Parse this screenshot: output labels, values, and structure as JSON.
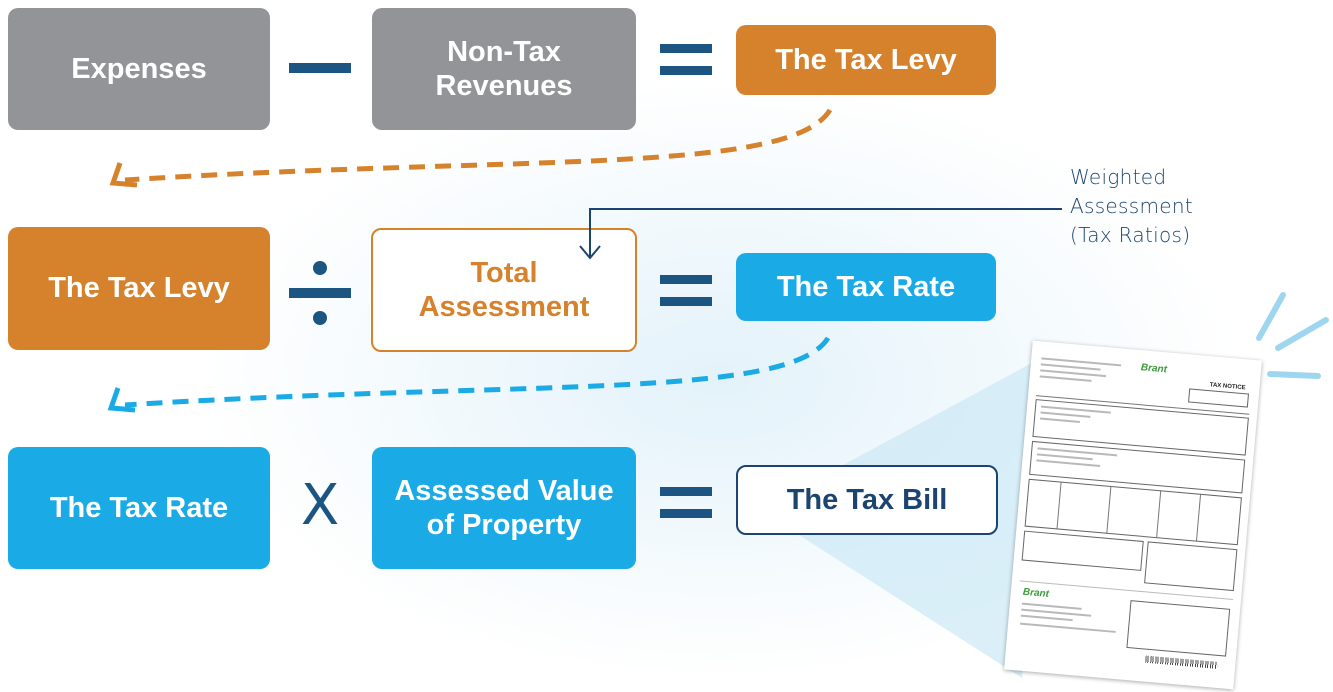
{
  "row1": {
    "box1": "Expenses",
    "operator": "minus",
    "box2": "Non-Tax\nRevenues",
    "result": "The Tax Levy"
  },
  "row2": {
    "box1": "The Tax Levy",
    "operator": "divide",
    "box2": "Total\nAssessment",
    "result": "The Tax Rate"
  },
  "row3": {
    "box1": "The Tax Rate",
    "operator": "X",
    "box2": "Assessed Value\nof Property",
    "result": "The Tax Bill"
  },
  "annotation": {
    "line1": "Weighted",
    "line2": "Assessment",
    "line3": "(Tax Ratios)"
  },
  "tax_bill_document": {
    "title": "TAX NOTICE",
    "logo": "Brant"
  },
  "colors": {
    "gray": "#929497",
    "orange": "#d6822c",
    "blue": "#1aaae5",
    "navy": "#1c4470",
    "operator": "#1c5482"
  }
}
